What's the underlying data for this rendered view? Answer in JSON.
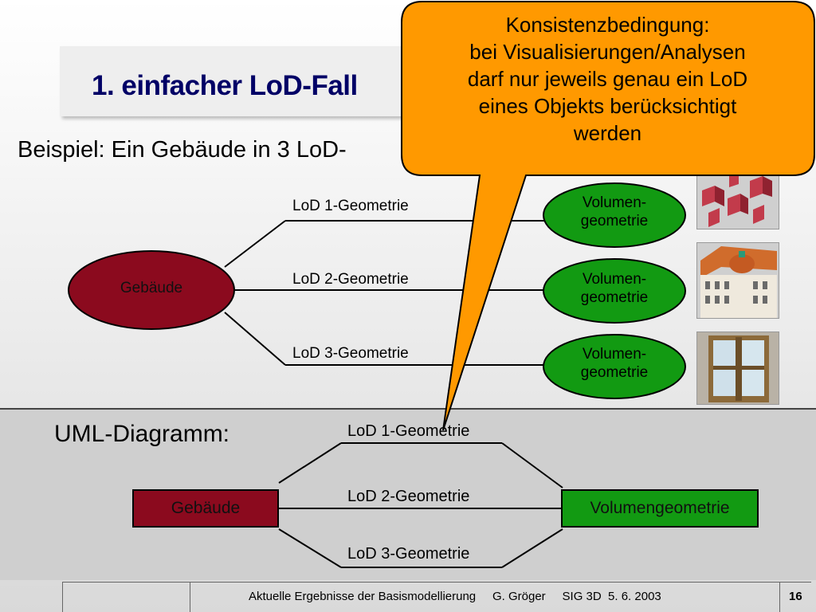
{
  "title": "1. einfacher LoD-Fall",
  "example": "Beispiel: Ein Gebäude in 3 LoD-",
  "instance_diagram": {
    "root": "Gebäude",
    "branches": [
      {
        "label": "LoD 1-Geometrie",
        "target": "Volumen-\ngeometrie"
      },
      {
        "label": "LoD 2-Geometrie",
        "target": "Volumen-\ngeometrie"
      },
      {
        "label": "LoD 3-Geometrie",
        "target": "Volumen-\ngeometrie"
      }
    ]
  },
  "uml": {
    "heading": "UML-Diagramm:",
    "source": "Gebäude",
    "target": "Volumengeometrie",
    "associations": [
      "LoD 1-Geometrie",
      "LoD 2-Geometrie",
      "LoD 3-Geometrie"
    ]
  },
  "callout": {
    "lines": [
      "Konsistenzbedingung:",
      "bei Visualisierungen/Analysen",
      "darf nur jeweils genau ein LoD",
      "eines Objekts berücksichtigt",
      "werden"
    ]
  },
  "footer": {
    "text": "Aktuelle Ergebnisse der Basismodellierung     G. Gröger     SIG 3D  5. 6. 2003",
    "page": "16"
  },
  "colors": {
    "title": "#000066",
    "building": "#8b0a1e",
    "volume": "#129a12",
    "callout": "#ff9900"
  }
}
